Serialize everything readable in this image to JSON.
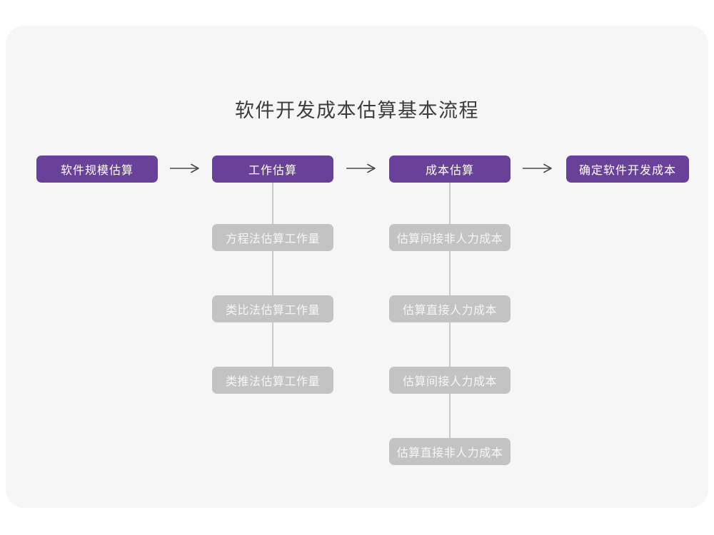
{
  "title": "软件开发成本估算基本流程",
  "flow": {
    "main_steps": [
      "软件规模估算",
      "工作估算",
      "成本估算",
      "确定软件开发成本"
    ],
    "work_estimation_methods": [
      "方程法估算工作量",
      "类比法估算工作量",
      "类推法估算工作量"
    ],
    "cost_estimation_steps": [
      "估算间接非人力成本",
      "估算直接人力成本",
      "估算间接人力成本",
      "估算直接非人力成本"
    ]
  },
  "icons": {
    "flow_arrow": "→"
  },
  "colors": {
    "accent": "#6A4199",
    "sub_box": "#C3C3C3",
    "card_bg": "#F6F6F6",
    "connector": "#CBCBCB",
    "arrow": "#4A4A4A",
    "title_text": "#3C3C3C"
  }
}
